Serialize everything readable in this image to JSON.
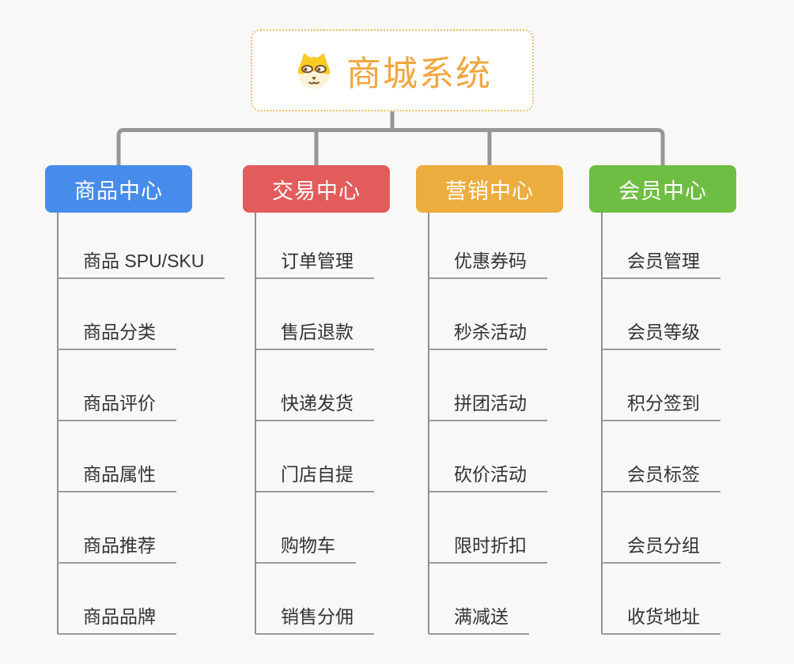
{
  "root": {
    "title": "商城系统",
    "icon": "dog-icon"
  },
  "branches": [
    {
      "label": "商品中心",
      "color": "#478CEA",
      "items": [
        "商品 SPU/SKU",
        "商品分类",
        "商品评价",
        "商品属性",
        "商品推荐",
        "商品品牌"
      ]
    },
    {
      "label": "交易中心",
      "color": "#E25C5C",
      "items": [
        "订单管理",
        "售后退款",
        "快递发货",
        "门店自提",
        "购物车",
        "销售分佣"
      ]
    },
    {
      "label": "营销中心",
      "color": "#EDAD3E",
      "items": [
        "优惠券码",
        "秒杀活动",
        "拼团活动",
        "砍价活动",
        "限时折扣",
        "满减送"
      ]
    },
    {
      "label": "会员中心",
      "color": "#6FBE44",
      "items": [
        "会员管理",
        "会员等级",
        "积分签到",
        "会员标签",
        "会员分组",
        "收货地址"
      ]
    }
  ],
  "palette": {
    "background": "#F8F8F8",
    "connector_thick": "#969696",
    "connector_thin": "#8F8F8F",
    "leaf_line": "#9B9B9B",
    "leaf_text": "#333333",
    "root_accent": "#F2A63F",
    "root_border": "#F2BC66",
    "node_text": "#FFFFFF"
  }
}
